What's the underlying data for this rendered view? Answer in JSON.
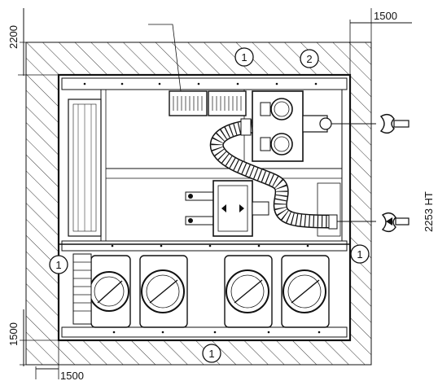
{
  "dimensions": {
    "top_left_clearance": "2200",
    "top_right_clearance": "1500",
    "bottom_left_clearance": "1500",
    "bottom_clearance": "1500",
    "height_label": "2253 HT"
  },
  "callouts": {
    "top_zone": "1",
    "top_right_zone": "2",
    "left_zone": "1",
    "right_zone": "1",
    "bottom_zone": "1"
  },
  "icons": {
    "upper_port": "air-outlet-arrow-icon",
    "lower_port": "air-inlet-arrow-icon"
  },
  "colors": {
    "line": "#111111",
    "hatch": "#222222",
    "background": "#ffffff"
  }
}
